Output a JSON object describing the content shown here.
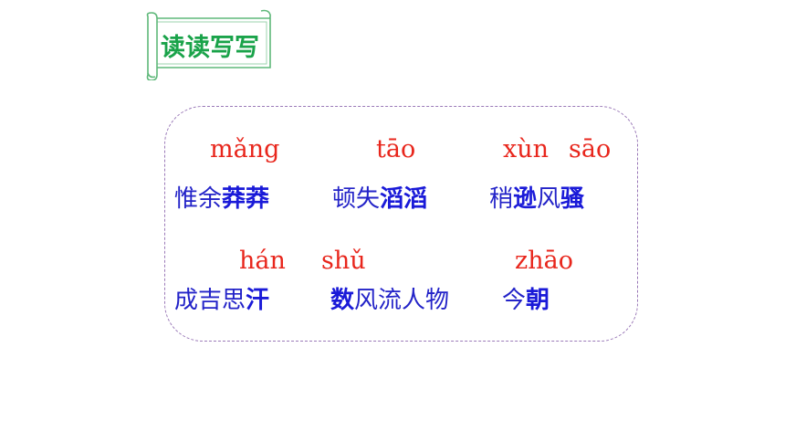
{
  "banner": {
    "title": "读读写写"
  },
  "row1": {
    "pinyin": [
      "mǎng",
      "tāo",
      "xùn",
      "sāo"
    ],
    "words": [
      {
        "plain": "惟余",
        "bold": "莽莽",
        "tail": ""
      },
      {
        "plain": "顿失",
        "bold": "滔滔",
        "tail": ""
      },
      {
        "plain": "稍",
        "bold": "逊",
        "tail": "风",
        "bold2": "骚"
      }
    ]
  },
  "row2": {
    "pinyin": [
      "hán",
      "shǔ",
      "zhāo"
    ],
    "words": [
      {
        "plain": "成吉思",
        "bold": "汗",
        "tail": ""
      },
      {
        "plain": "",
        "bold": "数",
        "tail": "风流人物"
      },
      {
        "plain": "今",
        "bold": "朝",
        "tail": ""
      }
    ]
  },
  "colors": {
    "pinyin": "#e8261c",
    "text": "#2323c8",
    "banner_title": "#1aa34a",
    "border": "#9b7ab8"
  }
}
